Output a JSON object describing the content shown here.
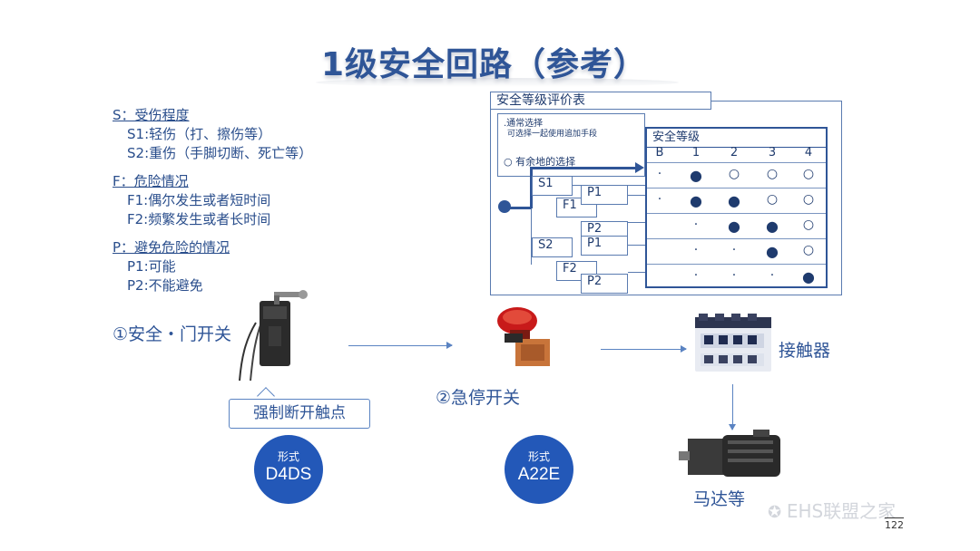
{
  "title": "1级安全回路（参考）",
  "risk": {
    "s_head": "S：受伤程度",
    "s1": "S1:轻伤（打、擦伤等）",
    "s2": "S2:重伤（手脚切断、死亡等）",
    "f_head": "F：危险情况",
    "f1": "F1:偶尔发生或者短时间",
    "f2": "F2:频繁发生或者长时间",
    "p_head": "P：避免危险的情况",
    "p1": "P1:可能",
    "p2": "P2:不能避免"
  },
  "eval": {
    "title": "安全等级评价表",
    "legend_1": ".通常选择",
    "legend_2": "可选择一起使用追加手段",
    "legend_3": "○ 有余地的选择",
    "grid_head": "安全等级",
    "cols": [
      "B",
      "1",
      "2",
      "3",
      "4"
    ],
    "rows": [
      [
        "·",
        "●",
        "○",
        "○",
        "○"
      ],
      [
        "·",
        "●",
        "●",
        "○",
        "○"
      ],
      [
        "",
        "·",
        "●",
        "●",
        "○"
      ],
      [
        "",
        "·",
        "·",
        "●",
        "○"
      ],
      [
        "",
        "·",
        "·",
        "·",
        "●"
      ]
    ],
    "labels": {
      "s1": "S1",
      "s2": "S2",
      "f1a": "F1",
      "f2a": "F2",
      "p1a": "P1",
      "p2a": "P2",
      "p1b": "P1",
      "p2b": "P2"
    }
  },
  "components": {
    "switch_label": "①安全・门开关",
    "estop_label": "②急停开关",
    "contactor_label": "接触器",
    "motor_label": "马达等",
    "callout": "强制断开触点",
    "badge1_top": "形式",
    "badge1_model": "D4DS",
    "badge2_top": "形式",
    "badge2_model": "A22E"
  },
  "watermark": "EHS联盟之家",
  "page_number": "122",
  "colors": {
    "accent": "#2f5597",
    "badge": "#2358b8"
  }
}
